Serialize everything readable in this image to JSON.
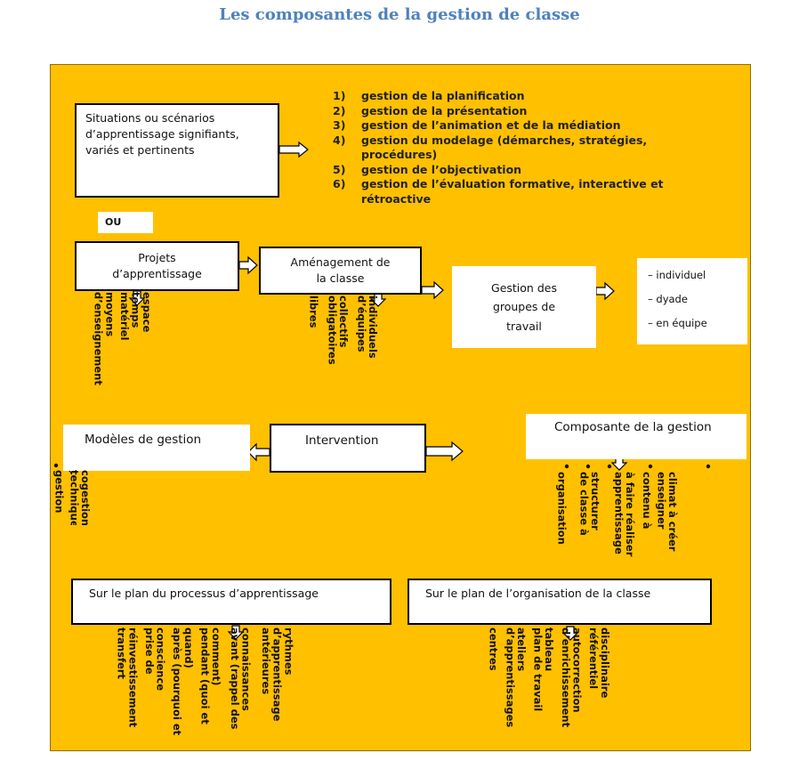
{
  "title": "Les composantes de la gestion de classe",
  "situations": {
    "label": "Situations ou scénarios d’apprentissage signifiants, variés et pertinents"
  },
  "gestion_list": [
    {
      "num": "1)",
      "text": "gestion de la planification"
    },
    {
      "num": "2)",
      "text": "gestion de la présentation"
    },
    {
      "num": "3)",
      "text": "gestion de l’animation et de la médiation"
    },
    {
      "num": "4)",
      "text": "gestion du modelage (démarches, stratégies, procédures)"
    },
    {
      "num": "5)",
      "text": "gestion de l’objectivation"
    },
    {
      "num": "6)",
      "text": "gestion de l’évaluation formative, interactive et rétroactive"
    }
  ],
  "ou": "OU",
  "projets": {
    "label": "Projets d’apprentissage",
    "items": [
      "espace",
      "temps",
      "matériel",
      "moyens d’enseignement"
    ]
  },
  "amenagement": {
    "label": "Aménagement de la classe",
    "items": [
      "individuels",
      "d’équipes",
      "collectifs",
      "obligatoires",
      "libres"
    ]
  },
  "groupes": {
    "label": "Gestion des groupes de travail"
  },
  "groupes_modes": [
    "– individuel",
    "– dyade",
    "– en équipe"
  ],
  "modeles": {
    "label": "Modèles de gestion",
    "items": [
      "cogestion",
      "technique",
      "gestion"
    ]
  },
  "intervention": "Intervention",
  "composante": {
    "label": "Composante de la gestion",
    "items": [
      "climat à créer",
      "enseigner",
      "contenu à",
      "à faire réaliser",
      "apprentissage",
      "structurer",
      "de classe à",
      "organisation"
    ]
  },
  "processus": {
    "label": "Sur le plan du processus d’apprentissage",
    "items": [
      "rythmes d’apprentissage",
      "antérieures",
      "connaissances",
      "avant (rappel des",
      "comment)",
      "pendant (quoi et",
      "quand)",
      "après (pourquoi et",
      "conscience",
      "prise de",
      "réinvestissement",
      "transfert"
    ]
  },
  "organisation": {
    "label": "Sur le plan de l’organisation de la classe",
    "items": [
      "disciplinaire",
      "référentiel",
      "autocorrection",
      "d’enrichissement",
      "tableau",
      "plan de travail",
      "ateliers",
      "d’apprentissages",
      "centres"
    ]
  }
}
